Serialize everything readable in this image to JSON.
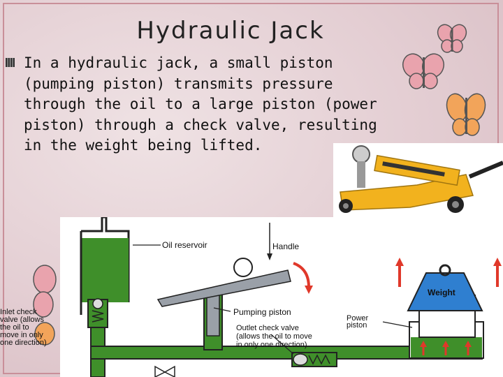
{
  "slide": {
    "title": "Hydraulic Jack",
    "bullet": "In a hydraulic jack, a small piston (pumping piston) transmits pressure through the oil to a large piston (power piston) through a check valve, resulting in the weight being lifted."
  },
  "diagram": {
    "labels": {
      "oil_reservoir": "Oil reservoir",
      "handle": "Handle",
      "pumping_piston": "Pumping piston",
      "power_piston_1": "Power",
      "power_piston_2": "piston",
      "outlet_1": "Outlet check valve",
      "outlet_2": "(allows the oil to move",
      "outlet_3": "in only one direction)",
      "weight": "Weight",
      "inlet_1": "Inlet check",
      "inlet_2": "valve (allows",
      "inlet_3": "the oil to",
      "inlet_4": "move in only",
      "inlet_5": "one direction)"
    }
  },
  "colors": {
    "background": "#e3cdd2",
    "oil": "#3f8f2a",
    "steel": "#9aa0a8",
    "weight": "#2f7fd0",
    "arrow": "#e0382a",
    "jack": "#f2b21e"
  },
  "icons": [
    "bullet-square-icon",
    "butterfly-icon"
  ]
}
